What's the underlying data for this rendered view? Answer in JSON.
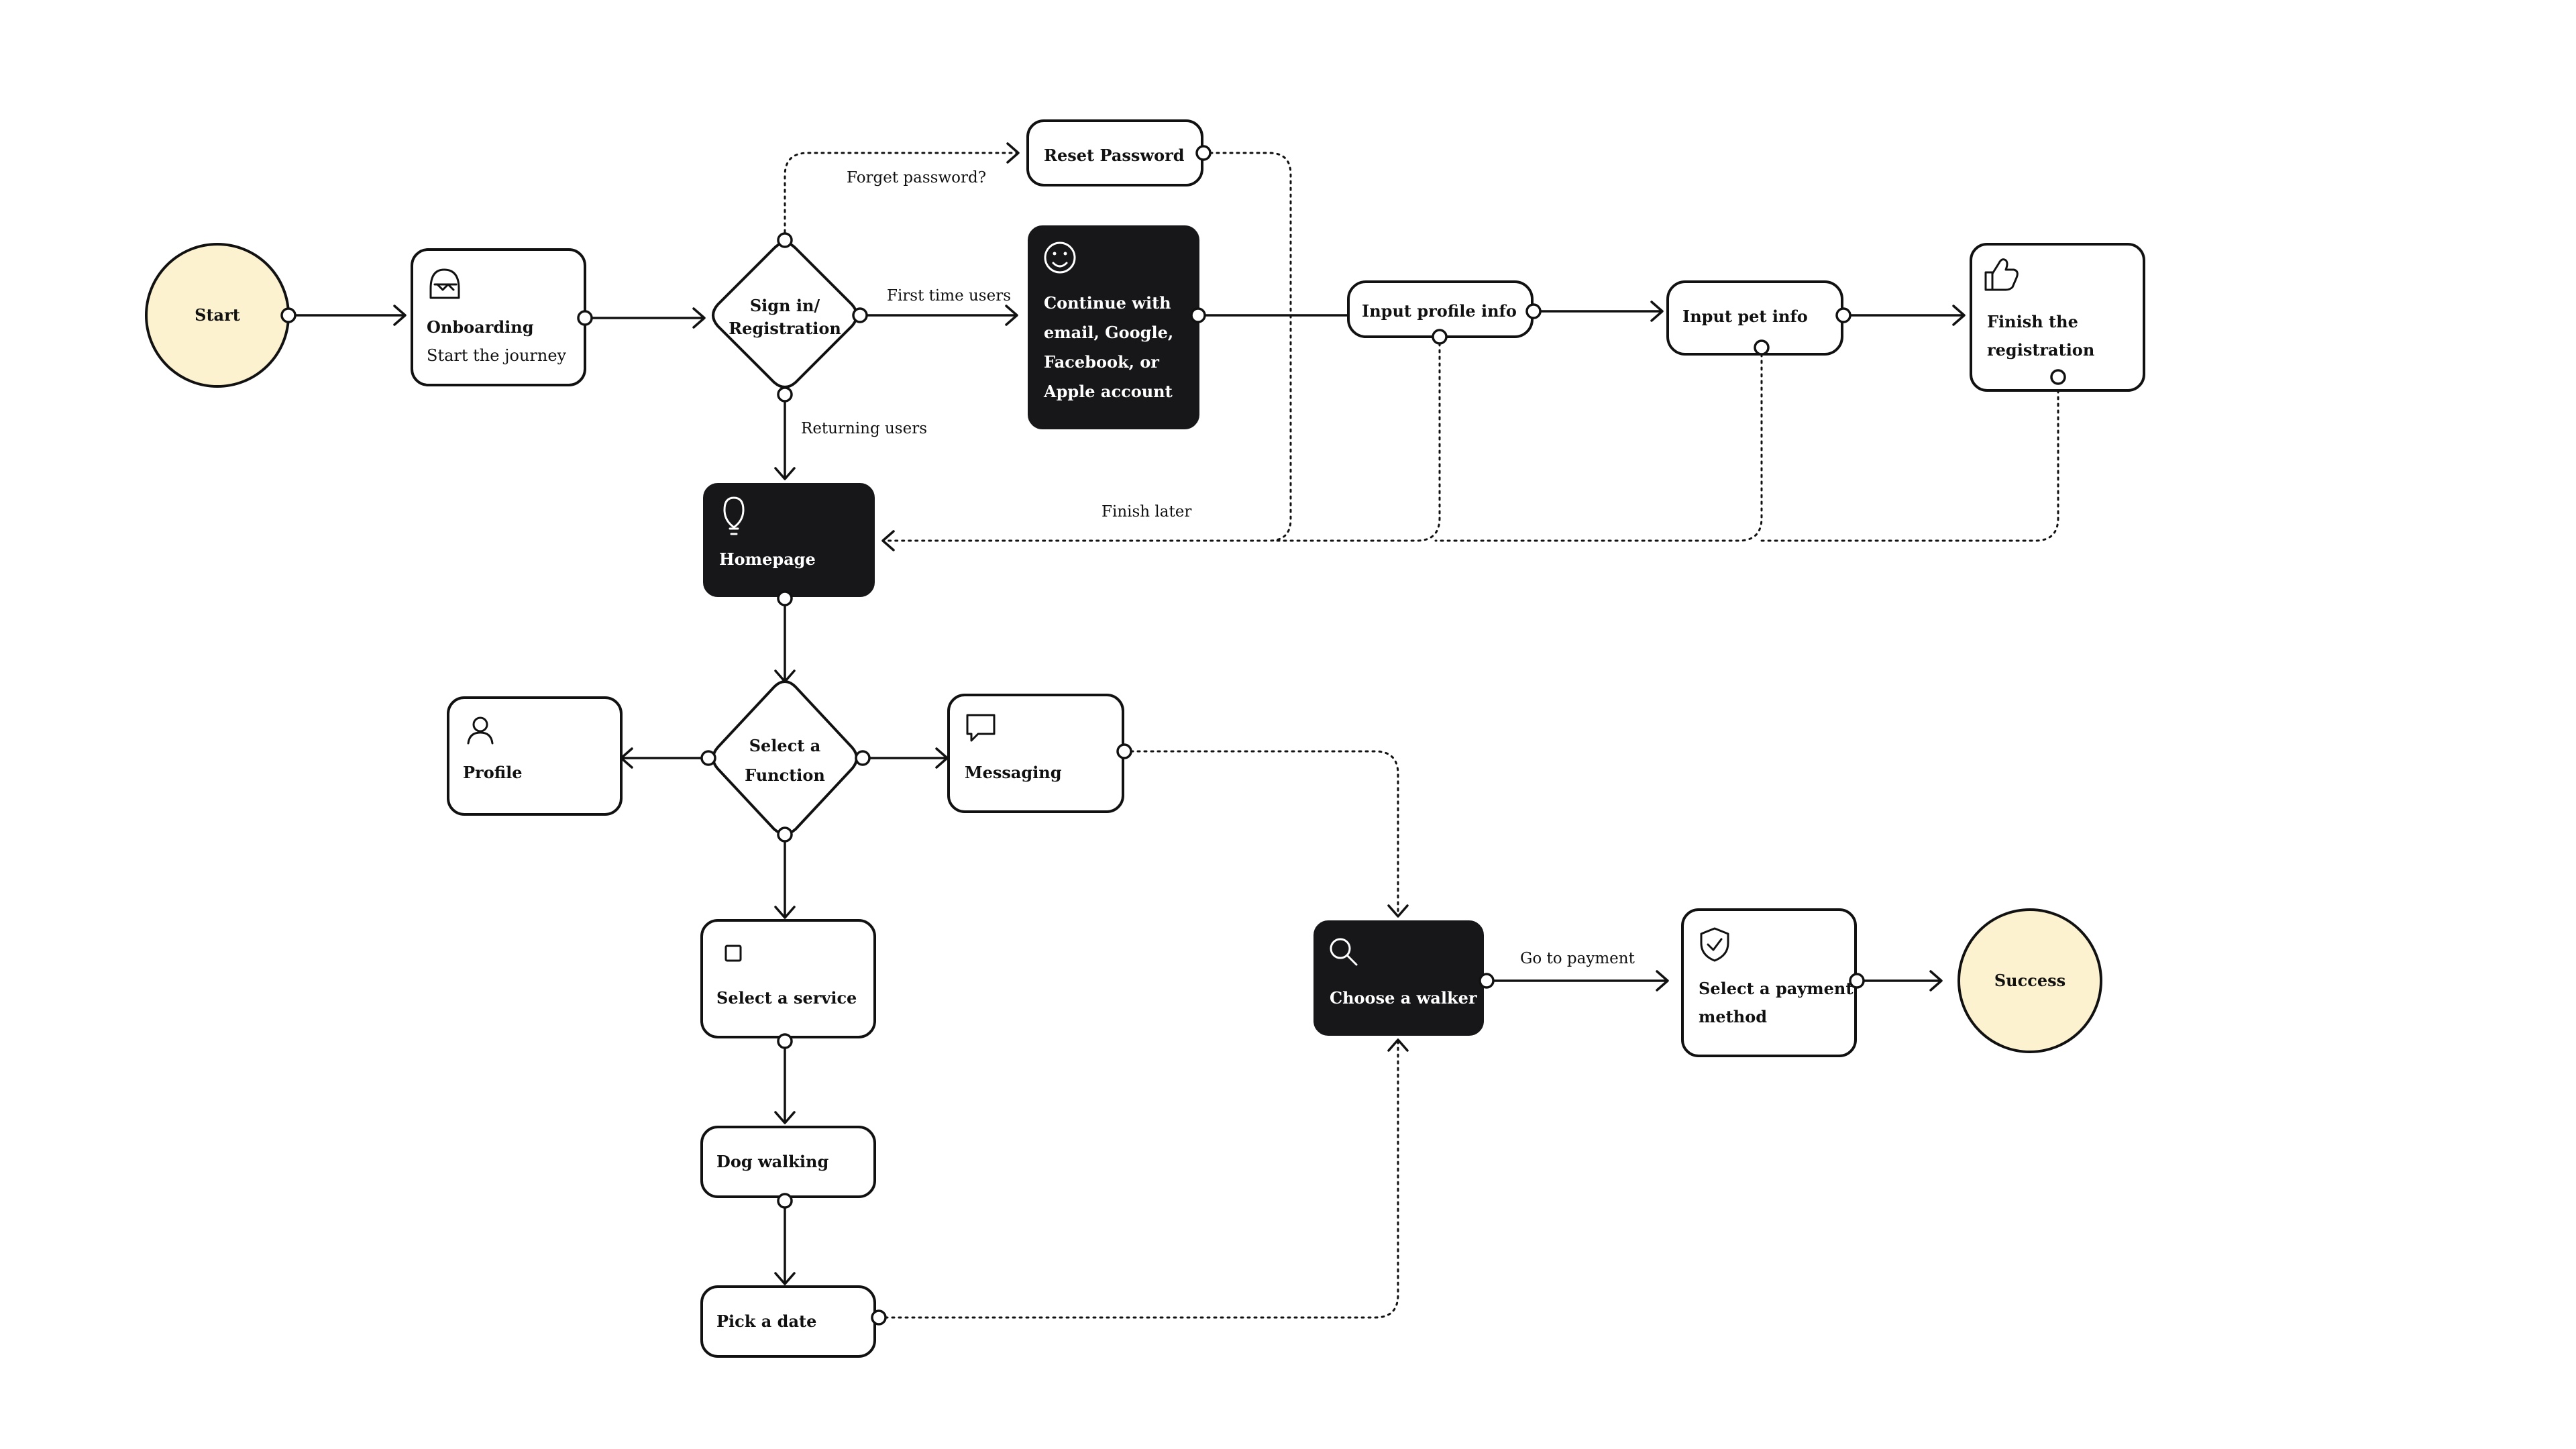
{
  "nodes": {
    "start": {
      "label": "Start",
      "fill": "#fcf2cf"
    },
    "onboarding": {
      "title": "Onboarding",
      "subtitle": "Start the journey",
      "icon": "onboarding-face-icon"
    },
    "sign_in": {
      "line1": "Sign in/",
      "line2": "Registration"
    },
    "reset_password": {
      "label": "Reset Password"
    },
    "continue_with": {
      "lines": [
        "Continue with",
        "email, Google,",
        "Facebook, or",
        "Apple account"
      ],
      "icon": "smiley-icon"
    },
    "input_profile": {
      "label": "Input profile info"
    },
    "input_pet": {
      "label": "Input pet info"
    },
    "finish_registration": {
      "lines": [
        "Finish the",
        "registration"
      ],
      "icon": "thumbs-up-icon"
    },
    "homepage": {
      "label": "Homepage",
      "icon": "lightbulb-icon"
    },
    "select_function": {
      "line1": "Select a",
      "line2": "Function"
    },
    "profile": {
      "label": "Profile",
      "icon": "user-icon"
    },
    "messaging": {
      "label": "Messaging",
      "icon": "chat-icon"
    },
    "select_service": {
      "label": "Select a service",
      "icon": "square-icon"
    },
    "dog_walking": {
      "label": "Dog walking"
    },
    "pick_date": {
      "label": "Pick a date"
    },
    "choose_walker": {
      "label": "Choose a walker",
      "icon": "search-icon"
    },
    "payment_method": {
      "lines": [
        "Select a payment",
        "method"
      ],
      "icon": "shield-check-icon"
    },
    "success": {
      "label": "Success",
      "fill": "#fcf2cf"
    }
  },
  "edges": {
    "forget_password": "Forget password?",
    "first_time_users": "First time users",
    "returning_users": "Returning users",
    "finish_later": "Finish later",
    "go_to_payment": "Go to payment"
  },
  "colors": {
    "accent_fill": "#fcf2cf",
    "dark_fill": "#17171a",
    "stroke": "#111111"
  }
}
